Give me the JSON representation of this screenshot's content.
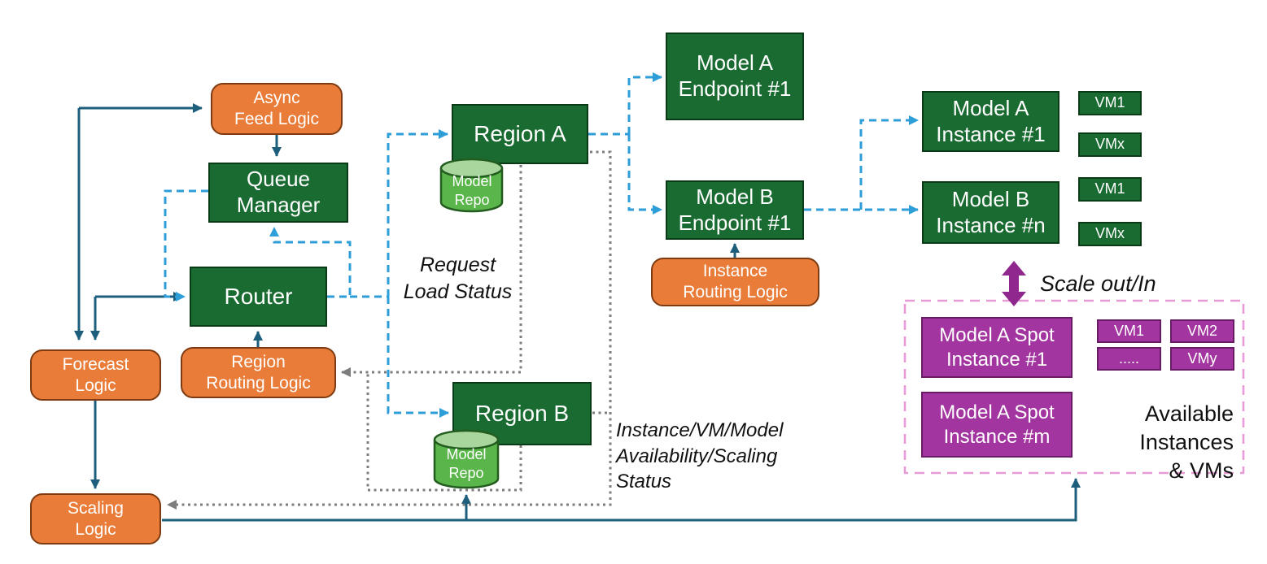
{
  "nodes": {
    "async_feed": {
      "label": "Async\nFeed Logic"
    },
    "queue_manager": {
      "label": "Queue\nManager"
    },
    "router": {
      "label": "Router"
    },
    "forecast": {
      "label": "Forecast\nLogic"
    },
    "region_routing": {
      "label": "Region\nRouting Logic"
    },
    "scaling": {
      "label": "Scaling\nLogic"
    },
    "region_a": {
      "label": "Region A"
    },
    "region_b": {
      "label": "Region B"
    },
    "model_repo_a": {
      "label": "Model\nRepo"
    },
    "model_repo_b": {
      "label": "Model\nRepo"
    },
    "model_a_endpoint": {
      "label": "Model A\nEndpoint #1"
    },
    "model_b_endpoint": {
      "label": "Model B\nEndpoint #1"
    },
    "instance_routing": {
      "label": "Instance\nRouting Logic"
    },
    "model_a_instance": {
      "label": "Model A\nInstance #1"
    },
    "model_b_instance": {
      "label": "Model B\nInstance #n"
    },
    "vm_a1": {
      "label": "VM1"
    },
    "vm_ax": {
      "label": "VMx"
    },
    "vm_b1": {
      "label": "VM1"
    },
    "vm_bx": {
      "label": "VMx"
    },
    "spot_instance_1": {
      "label": "Model A Spot\nInstance #1"
    },
    "spot_instance_m": {
      "label": "Model A Spot\nInstance #m"
    },
    "spot_vm1": {
      "label": "VM1"
    },
    "spot_vm2": {
      "label": "VM2"
    },
    "spot_vm_dots": {
      "label": "....."
    },
    "spot_vmy": {
      "label": "VMy"
    }
  },
  "annotations": {
    "request_load_status": "Request\nLoad Status",
    "availability_status": "Instance/VM/Model\nAvailability/Scaling\nStatus",
    "scale_out_in": "Scale out/In",
    "available_instances": "Available\nInstances\n& VMs"
  },
  "colors": {
    "box_green": "#1a6b31",
    "box_orange": "#e97c38",
    "box_magenta": "#a335a0",
    "repo_green": "#5ab64a",
    "flow_blue_dashed": "#2e9ed9",
    "status_gray_dotted": "#7d7d7d",
    "control_teal_solid": "#1d5e7d",
    "spot_border_pink": "#e79ad6",
    "scale_arrow_purple": "#90278f"
  }
}
